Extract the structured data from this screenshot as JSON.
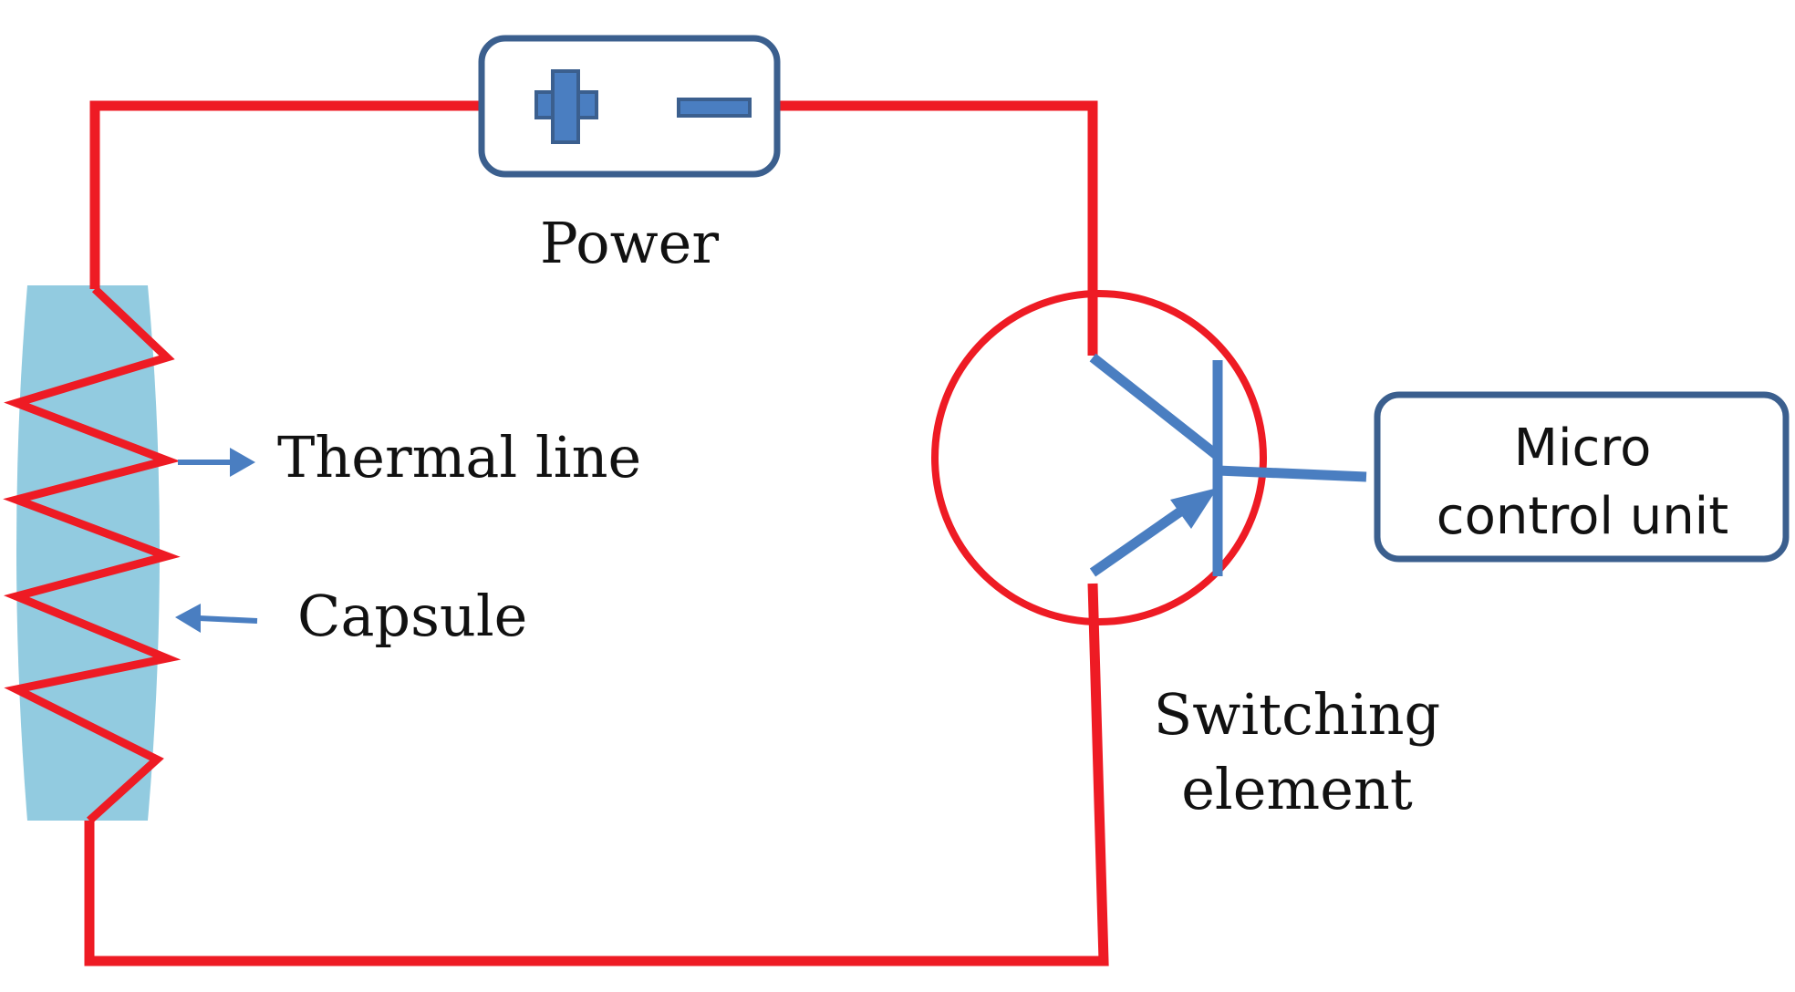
{
  "colors": {
    "wire": "#ee1b24",
    "component_blue": "#4a7ec1",
    "box_border": "#3b5f8e",
    "capsule_fill": "#92cbe0",
    "text": "#111111",
    "background": "#ffffff"
  },
  "labels": {
    "power": "Power",
    "thermal_line": "Thermal line",
    "capsule": "Capsule",
    "switching_line1": "Switching",
    "switching_line2": "element",
    "mcu_line1": "Micro",
    "mcu_line2": "control unit"
  },
  "icons": {
    "power_positive": "plus-icon",
    "power_negative": "minus-icon"
  }
}
